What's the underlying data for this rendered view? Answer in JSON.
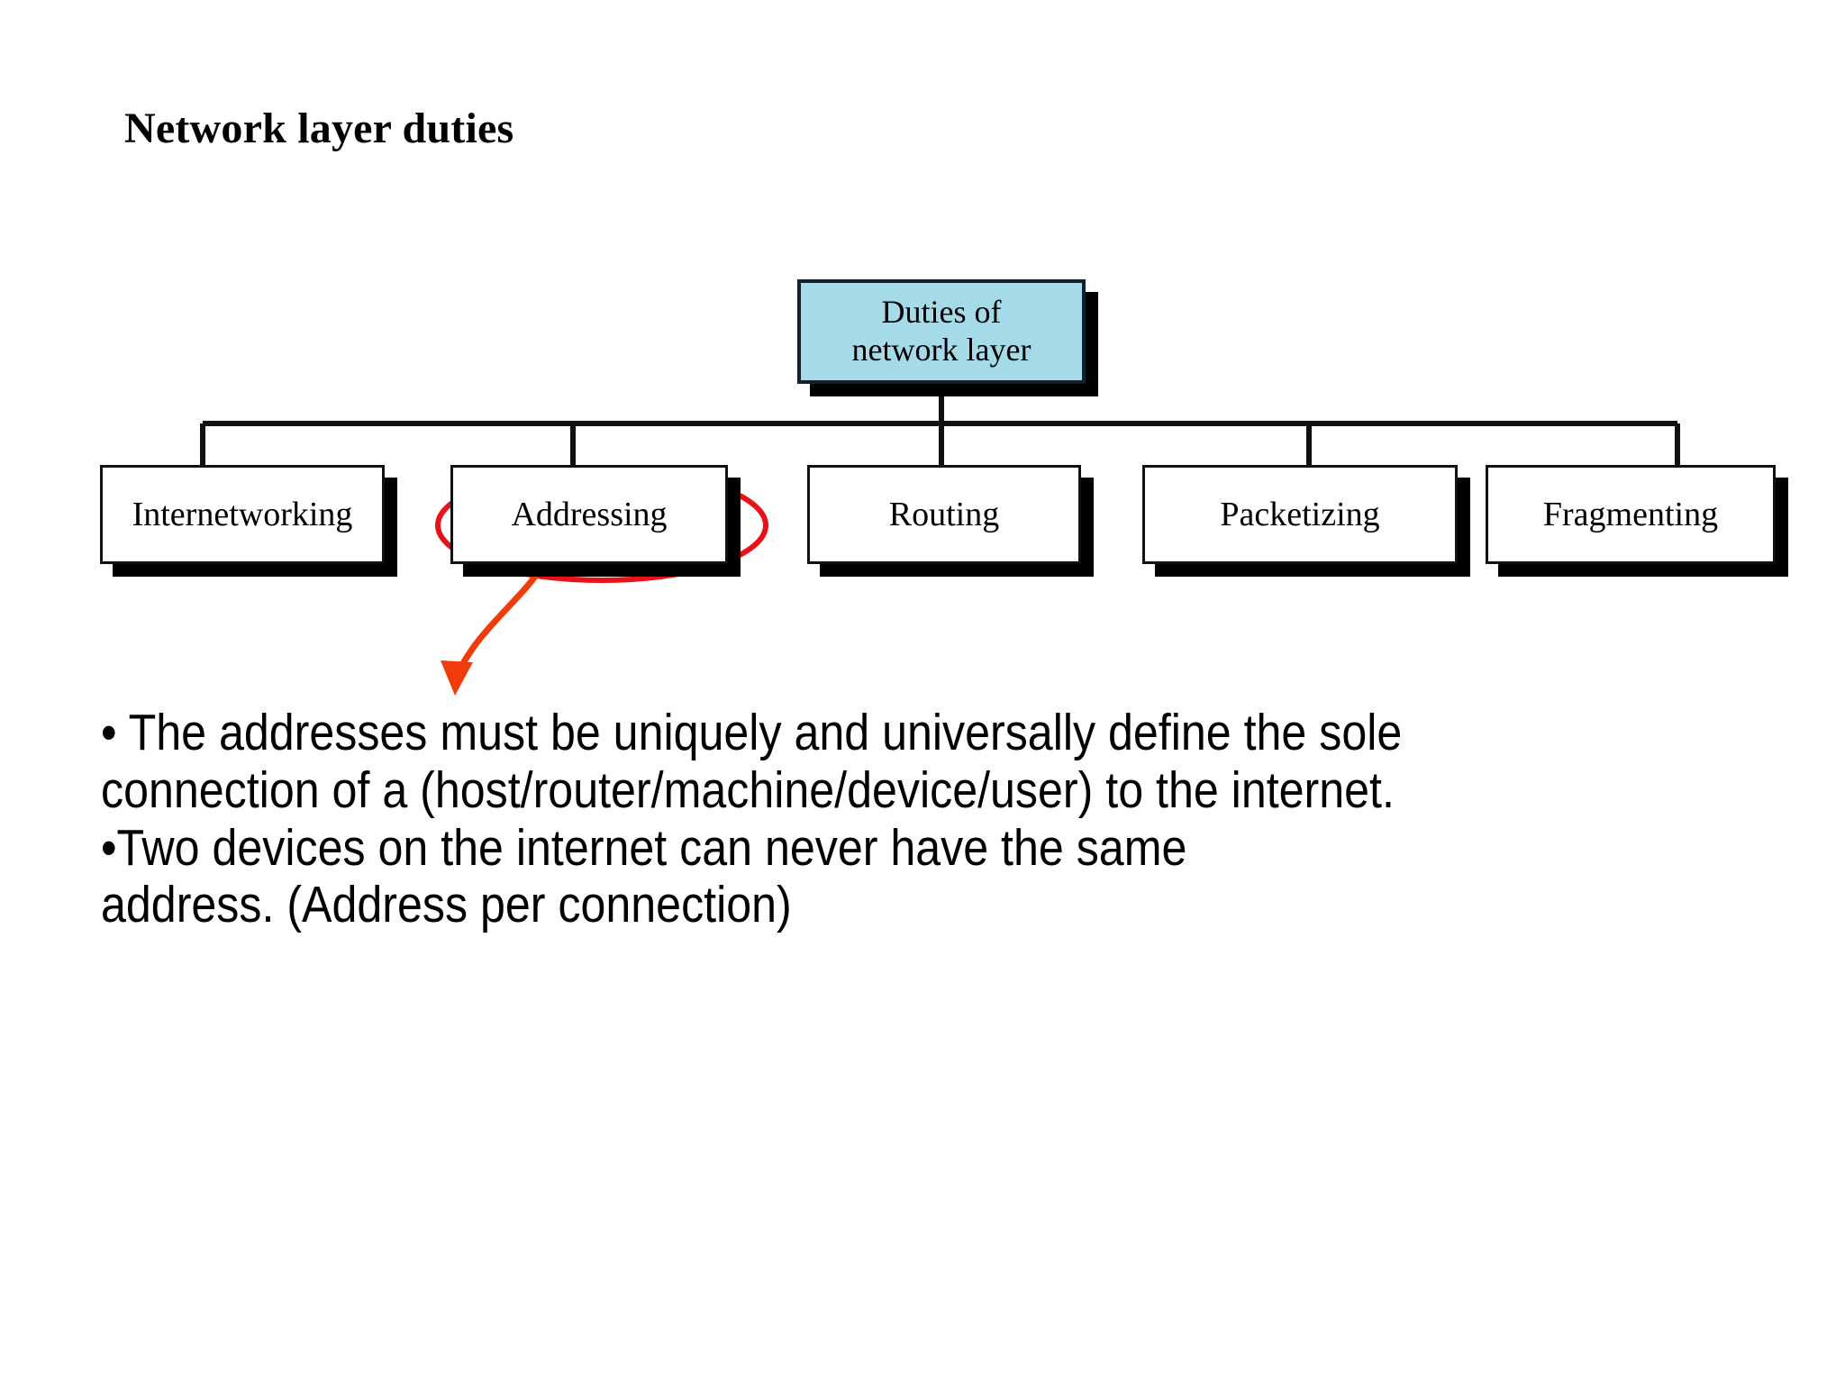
{
  "slide": {
    "title": "Network layer duties",
    "background_color": "#ffffff"
  },
  "diagram": {
    "type": "tree",
    "root": {
      "label": "Duties of\nnetwork layer",
      "fill_color": "#a5dbe9",
      "border_color": "#14202a",
      "shadow": true
    },
    "children": [
      {
        "label": "Internetworking",
        "fill_color": "#ffffff",
        "highlighted": false
      },
      {
        "label": "Addressing",
        "fill_color": "#ffffff",
        "highlighted": true
      },
      {
        "label": "Routing",
        "fill_color": "#ffffff",
        "highlighted": false
      },
      {
        "label": "Packetizing",
        "fill_color": "#ffffff",
        "highlighted": false
      },
      {
        "label": "Fragmenting",
        "fill_color": "#ffffff",
        "highlighted": false
      }
    ],
    "annotation": {
      "shape": "ellipse",
      "target": "Addressing",
      "color": "#e8131a",
      "arrow_color": "#f03c0a",
      "arrow_points_to": "body-text"
    },
    "connector_color": "#111111"
  },
  "body": {
    "bullet_glyph": "•",
    "paragraphs": [
      "• The addresses must be uniquely and universally define the sole connection of a (host/router/machine/device/user) to the internet.",
      "•Two devices on the internet can never have the same address. (Address per connection)"
    ],
    "para_1_line_1": "• The addresses must be uniquely and universally define the",
    "para_1_line_2": "sole connection of a (host/router/machine/device/user) to the",
    "para_1_line_3": "internet.",
    "para_2_line_1": "•Two devices on the internet can never have the same",
    "para_2_line_2": "address. (Address per connection)"
  }
}
